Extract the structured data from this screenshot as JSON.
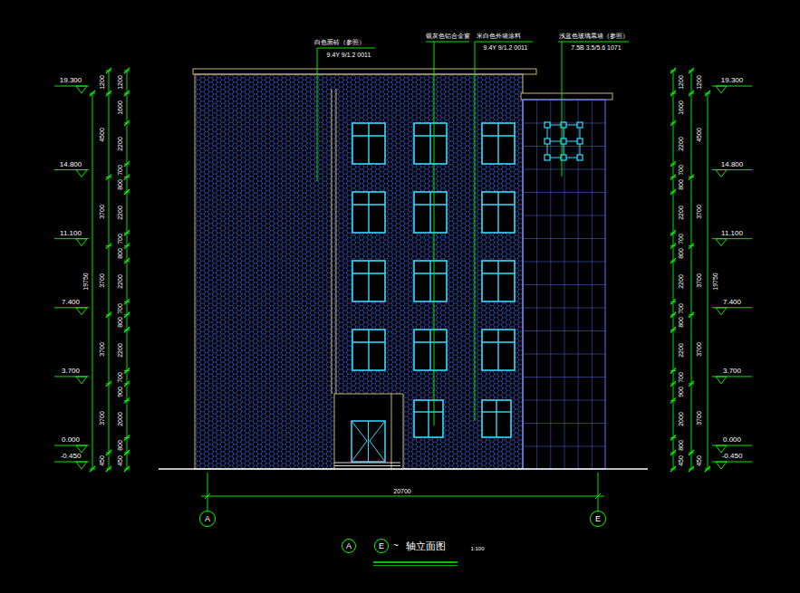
{
  "diagram": {
    "title": "轴立面图",
    "nodes": [
      {
        "text": [
          "A"
        ]
      },
      {
        "text": [
          "E"
        ]
      },
      {
        "text": [
          "A"
        ]
      },
      {
        "text": [
          "E"
        ]
      }
    ],
    "labels": [
      "白色面砖（参照）",
      "9.4Y 9/1.2 0011",
      "银灰色铝合金窗",
      "米白色外墙涂料",
      "9.4Y 9/1.2 0011",
      "浅蓝色玻璃幕墙（参照）",
      "7.5B 3.5/5.6 1071",
      "19.300",
      "14.800",
      "11.100",
      "7.400",
      "3.700",
      "0.000",
      "-0.450",
      "1200",
      "1600",
      "2200",
      "700",
      "800",
      "2200",
      "700",
      "800",
      "2200",
      "700",
      "800",
      "2200",
      "700",
      "900",
      "2000",
      "800",
      "450",
      "1200",
      "4500",
      "3700",
      "3700",
      "3700",
      "3700",
      "450",
      "19750",
      "1200",
      "1600",
      "2200",
      "700",
      "800",
      "2200",
      "700",
      "800",
      "2200",
      "700",
      "800",
      "2200",
      "700",
      "900",
      "2000",
      "800",
      "450",
      "1200",
      "4500",
      "3700",
      "3700",
      "3700",
      "3700",
      "450",
      "19750",
      "19.300",
      "14.800",
      "11.100",
      "7.400",
      "3.700",
      "0.000",
      "-0.450",
      "20700",
      "~",
      "1:100"
    ]
  }
}
